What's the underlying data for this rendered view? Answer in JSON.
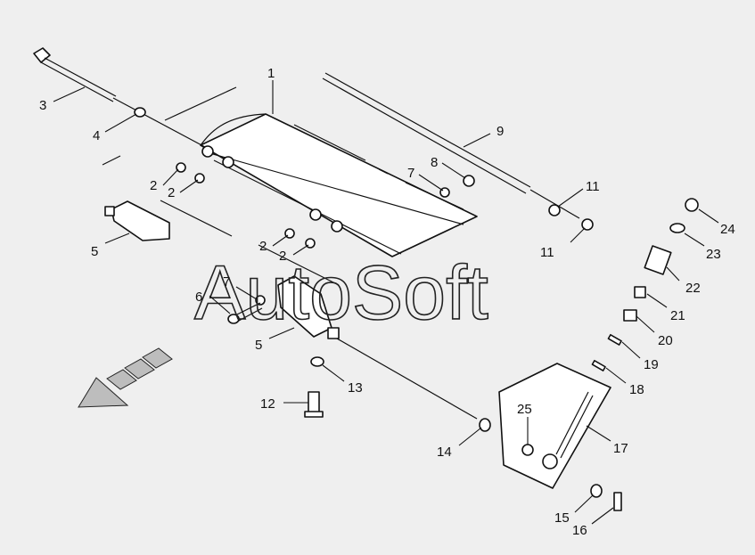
{
  "watermark": "AutoSoft",
  "callouts": [
    "1",
    "2",
    "2",
    "2",
    "2",
    "3",
    "4",
    "5",
    "5",
    "6",
    "7",
    "7",
    "8",
    "9",
    "11",
    "11",
    "12",
    "13",
    "14",
    "15",
    "16",
    "17",
    "18",
    "19",
    "20",
    "21",
    "22",
    "23",
    "24",
    "25"
  ],
  "colors": {
    "background": "#efefef",
    "line": "#111111",
    "arrow_fill": "#bdbdbd"
  }
}
